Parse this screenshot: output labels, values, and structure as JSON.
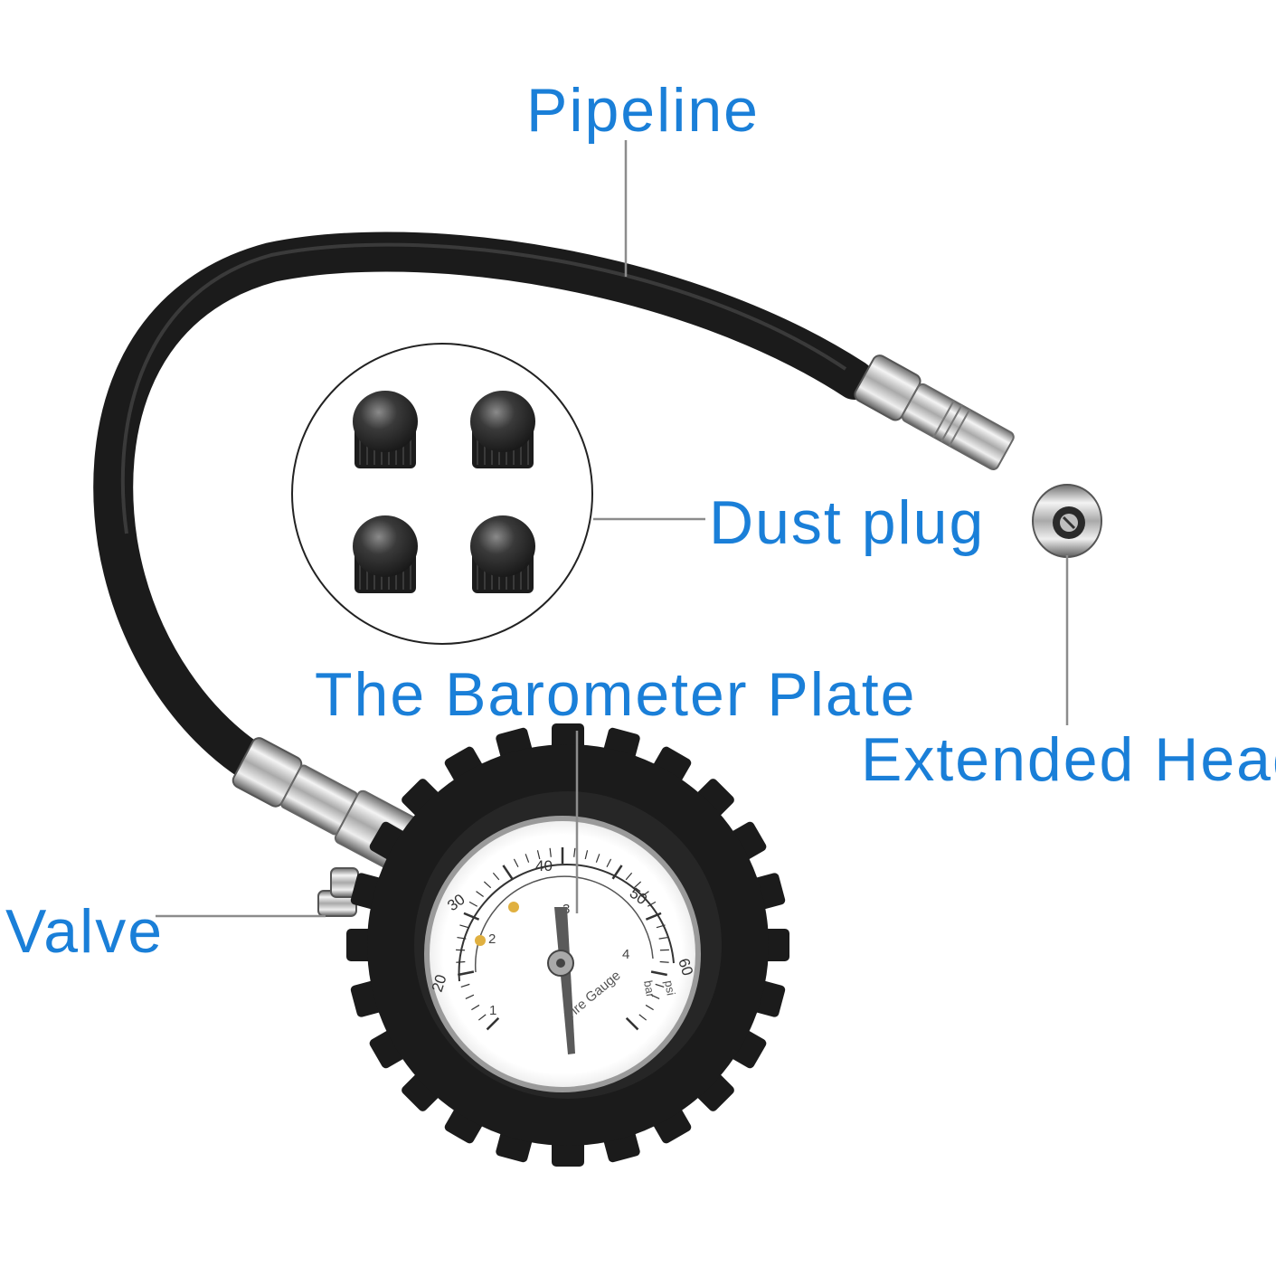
{
  "labels": {
    "pipeline": "Pipeline",
    "dust_plug": "Dust plug",
    "barometer_plate": "The Barometer Plate",
    "extended_head": "Extended Head",
    "valve": "Valve"
  },
  "gauge": {
    "brand_text": "Tire Gauge",
    "unit_bar": "bar",
    "unit_psi": "psi",
    "psi_ticks": [
      "20",
      "30",
      "40",
      "50",
      "60"
    ],
    "bar_ticks": [
      "1",
      "2",
      "3",
      "4"
    ]
  },
  "colors": {
    "label_blue": "#1a7fd8",
    "leader_gray": "#8c8c8c",
    "rubber_black": "#1b1b1b",
    "chrome": "#c9c9c9"
  }
}
